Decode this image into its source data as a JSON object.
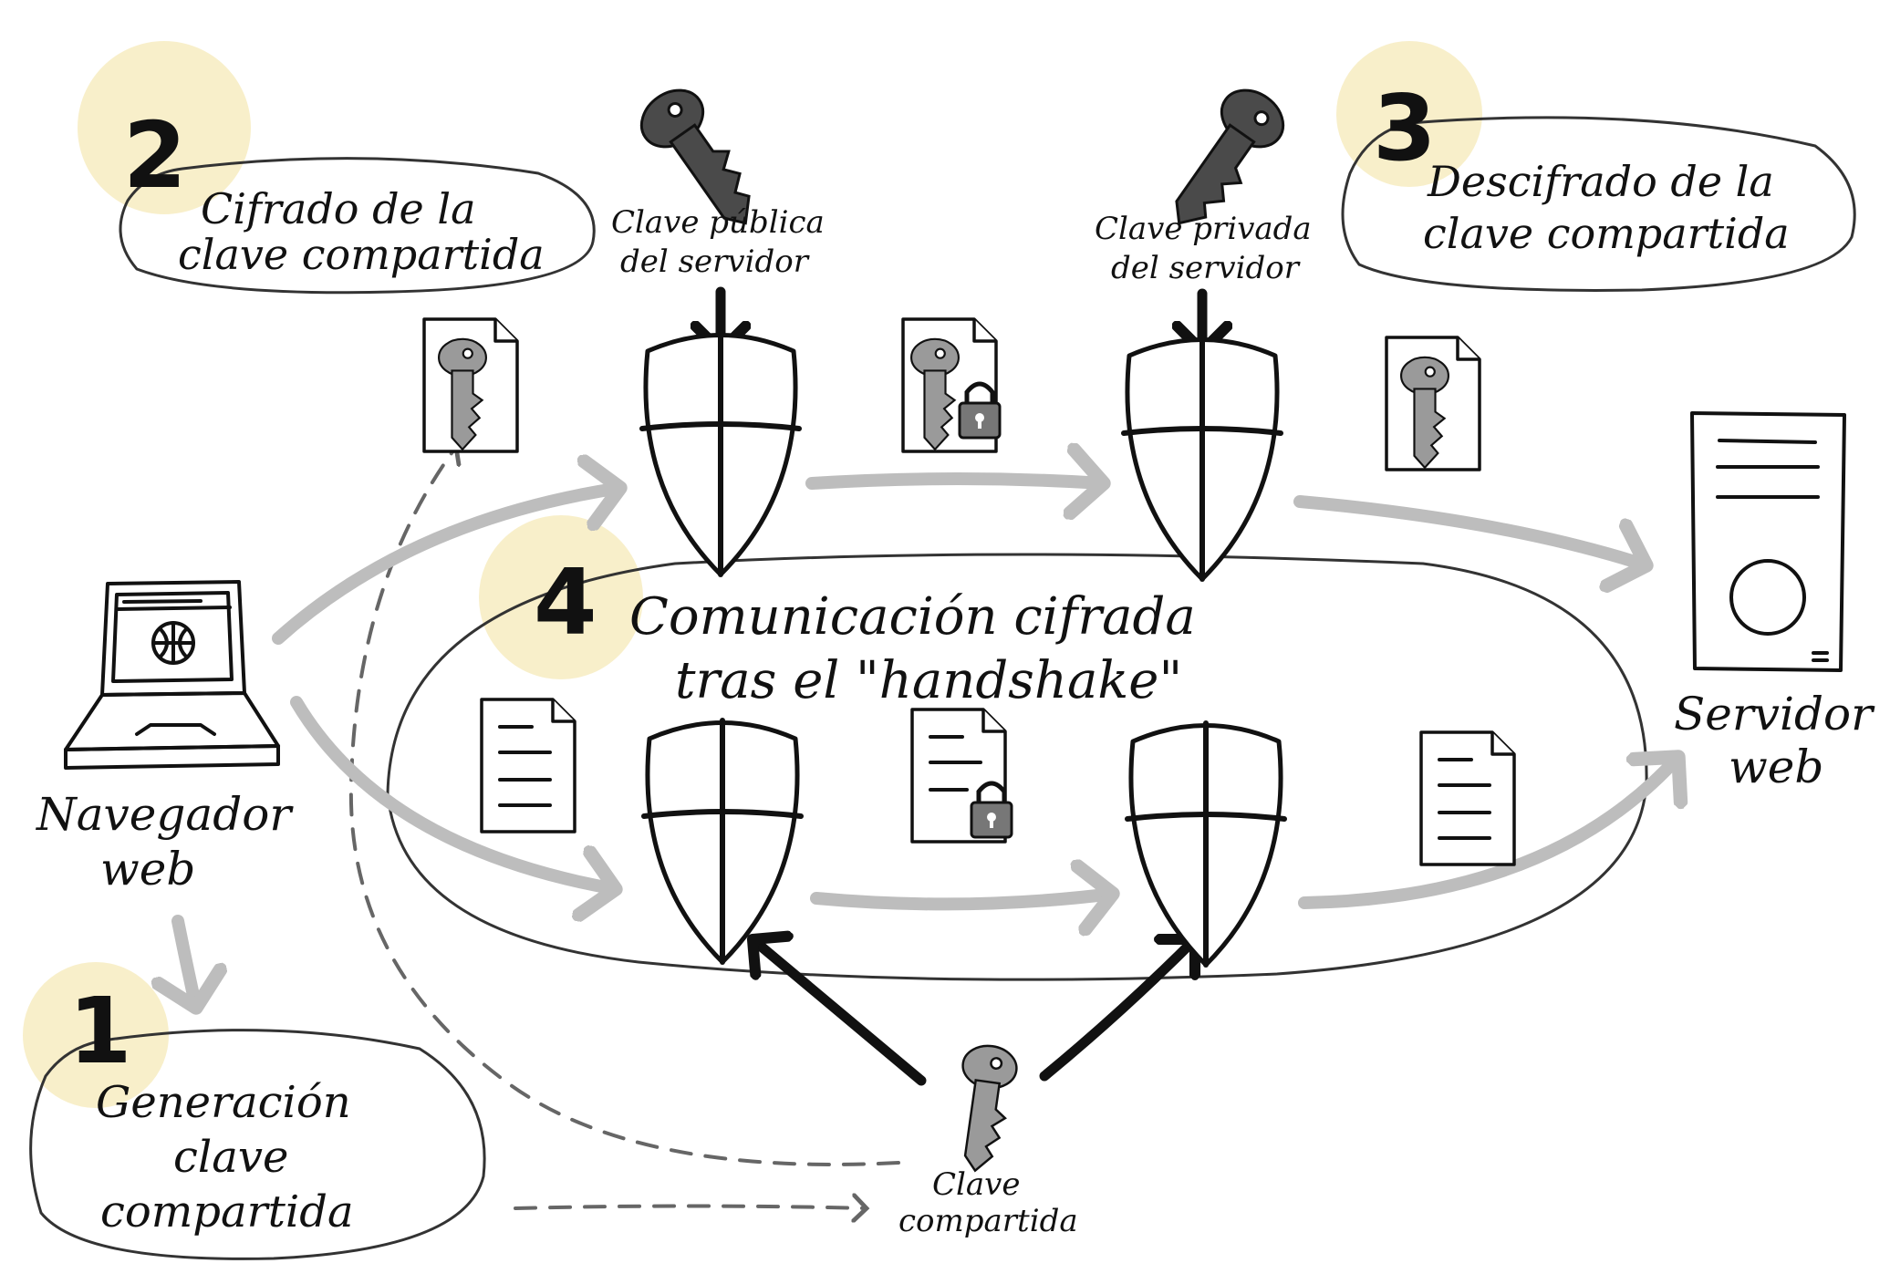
{
  "steps": [
    {
      "number": "1",
      "line1": "Generación",
      "line2": "clave",
      "line3": "compartida"
    },
    {
      "number": "2",
      "line1": "Cifrado de la",
      "line2": "clave compartida"
    },
    {
      "number": "3",
      "line1": "Descifrado de la",
      "line2": "clave compartida"
    },
    {
      "number": "4",
      "line1": "Comunicación cifrada",
      "line2": "tras el \"handshake\""
    }
  ],
  "labels": {
    "browser_line1": "Navegador",
    "browser_line2": "web",
    "server_line1": "Servidor",
    "server_line2": "web",
    "public_key_line1": "Clave pública",
    "public_key_line2": "del servidor",
    "private_key_line1": "Clave privada",
    "private_key_line2": "del servidor",
    "shared_key_line1": "Clave",
    "shared_key_line2": "compartida"
  },
  "colors": {
    "highlight": "#f6eab8",
    "flow_arrow": "#bdbdbd",
    "dark_key": "#4a4a4a",
    "light_key": "#9a9a9a",
    "ink": "#111111"
  }
}
